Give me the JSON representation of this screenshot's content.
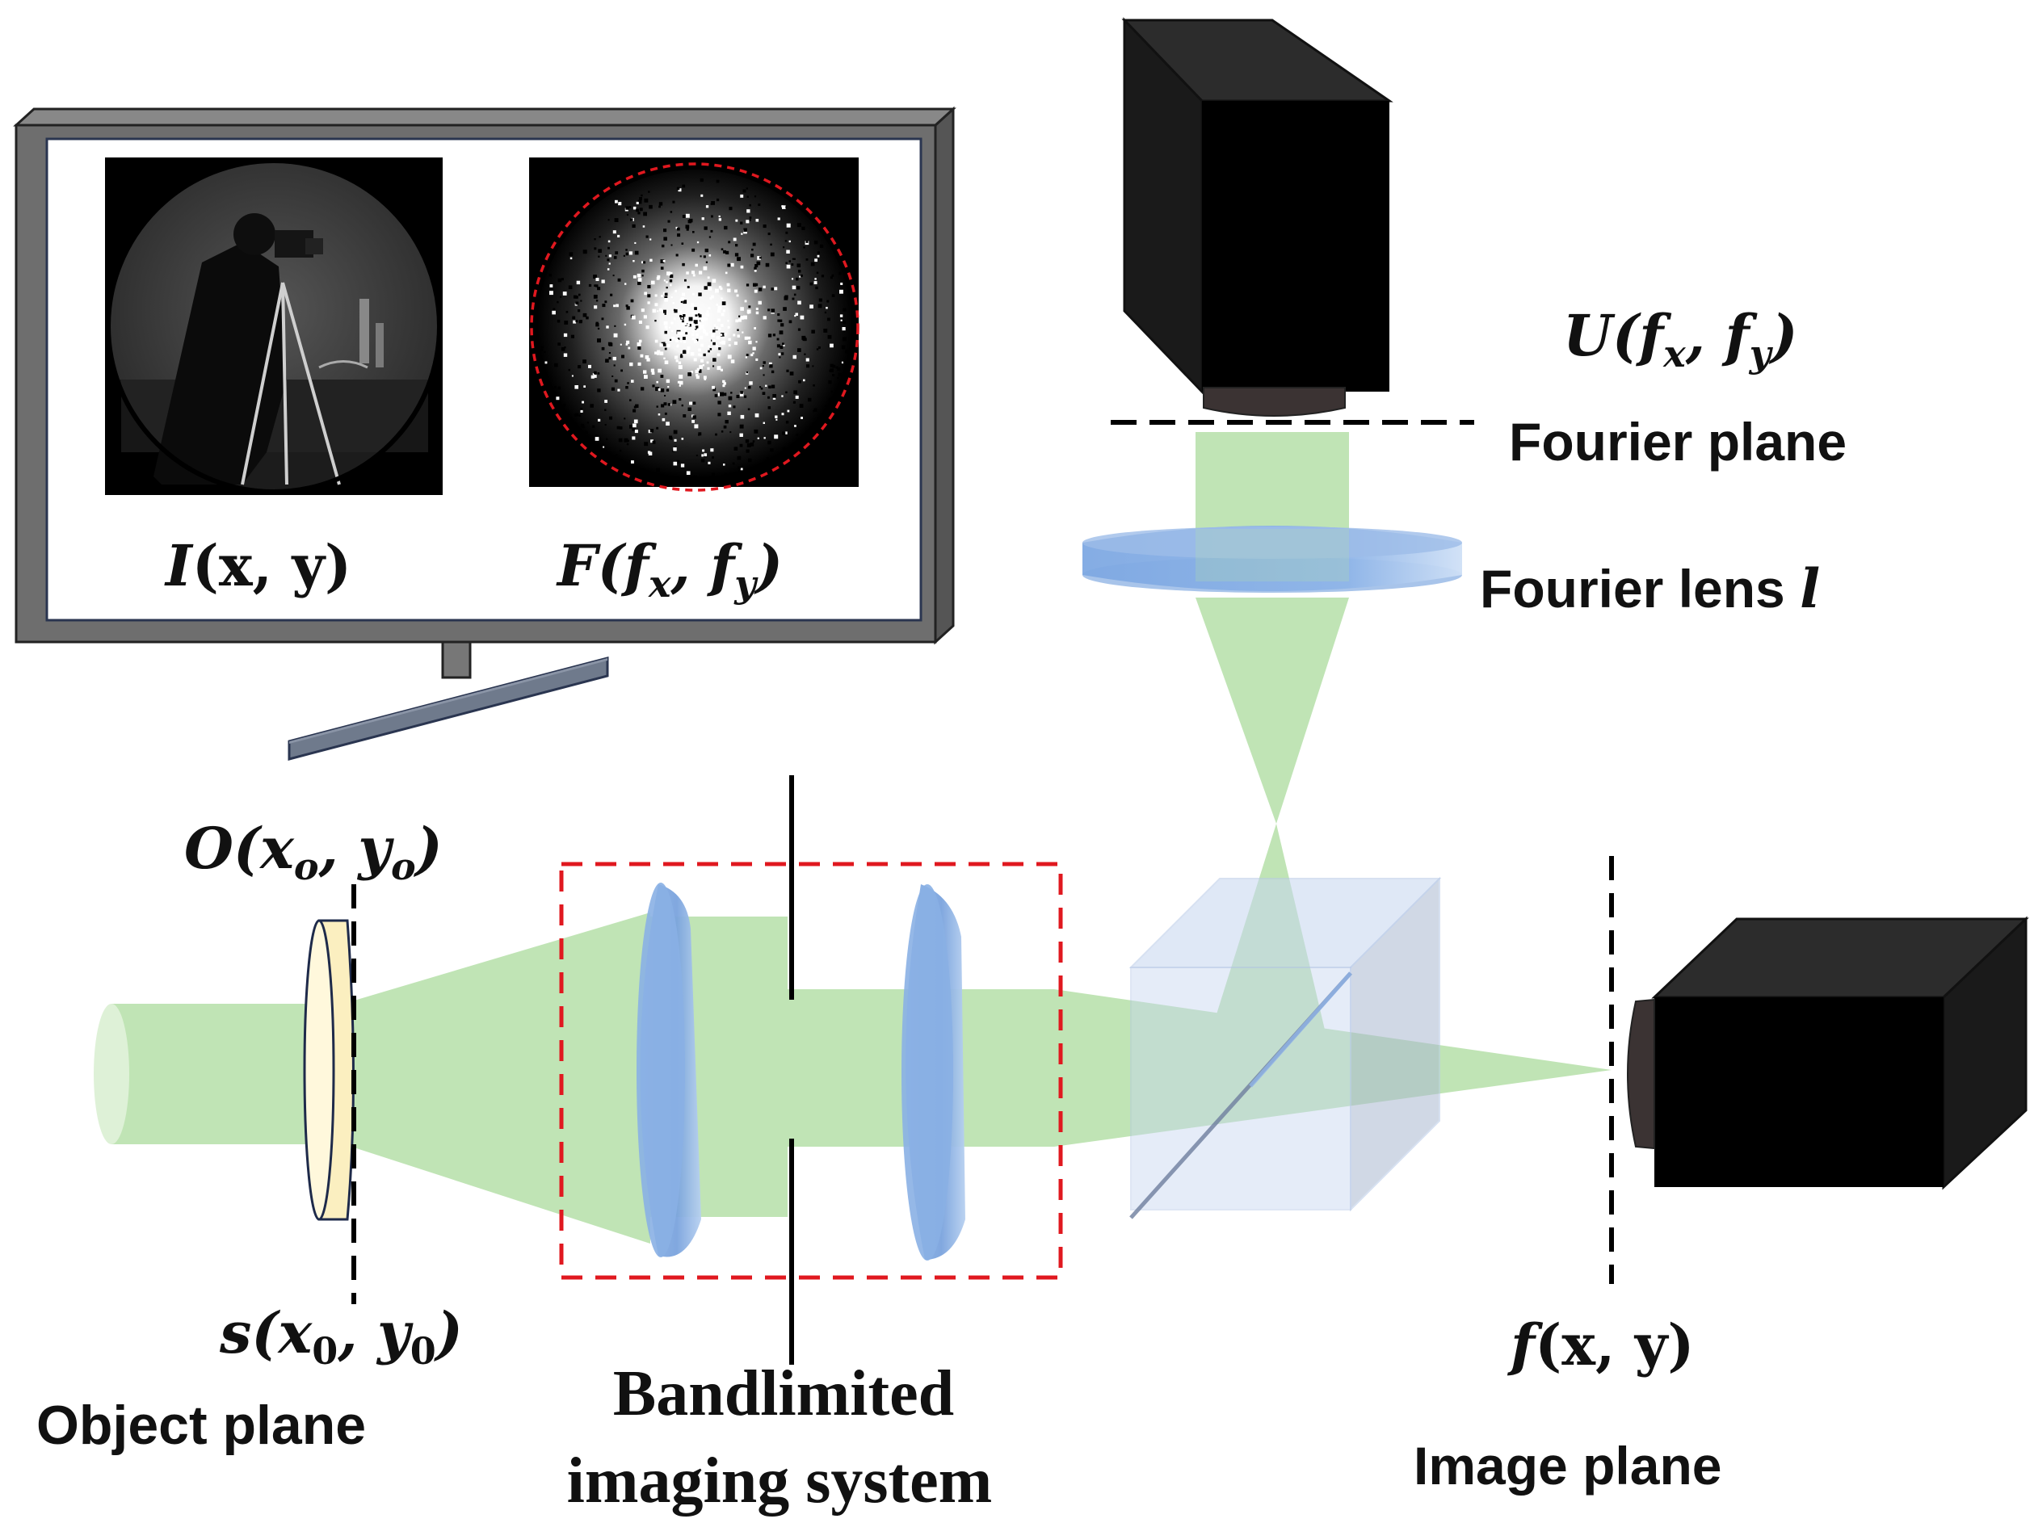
{
  "monitor": {
    "image_label_main": "I",
    "image_label_args": "(x, y)",
    "spectrum_label_main": "F",
    "spectrum_label_args_open": "(f",
    "spectrum_label_sub1": "x",
    "spectrum_label_mid": ", f",
    "spectrum_label_sub2": "y",
    "spectrum_label_close": ")"
  },
  "fourier_branch": {
    "field_main": "U",
    "field_open": "(f",
    "field_sub1": "x",
    "field_mid": ", f",
    "field_sub2": "y",
    "field_close": ")",
    "plane_label": "Fourier plane",
    "lens_label": "Fourier lens ",
    "lens_symbol": "l"
  },
  "object": {
    "field_main": "O",
    "field_open": "(x",
    "field_sub1": "o",
    "field_mid": ", y",
    "field_sub2": "o",
    "field_close": ")",
    "source_main": "s",
    "source_open": "(x",
    "source_sub1": "0",
    "source_mid": ", y",
    "source_sub2": "0",
    "source_close": ")",
    "plane_label": "Object plane"
  },
  "imaging_system": {
    "line1": "Bandlimited",
    "line2": "imaging system"
  },
  "image": {
    "field_main": "f",
    "field_args": "(x, y)",
    "plane_label": "Image plane"
  },
  "colors": {
    "beam": "#b5e0a8",
    "lens": "#7fa8e0",
    "dashed_box": "#e0181f",
    "camera": "#0a0a0a",
    "monitor_frame": "#6e6e6e"
  }
}
